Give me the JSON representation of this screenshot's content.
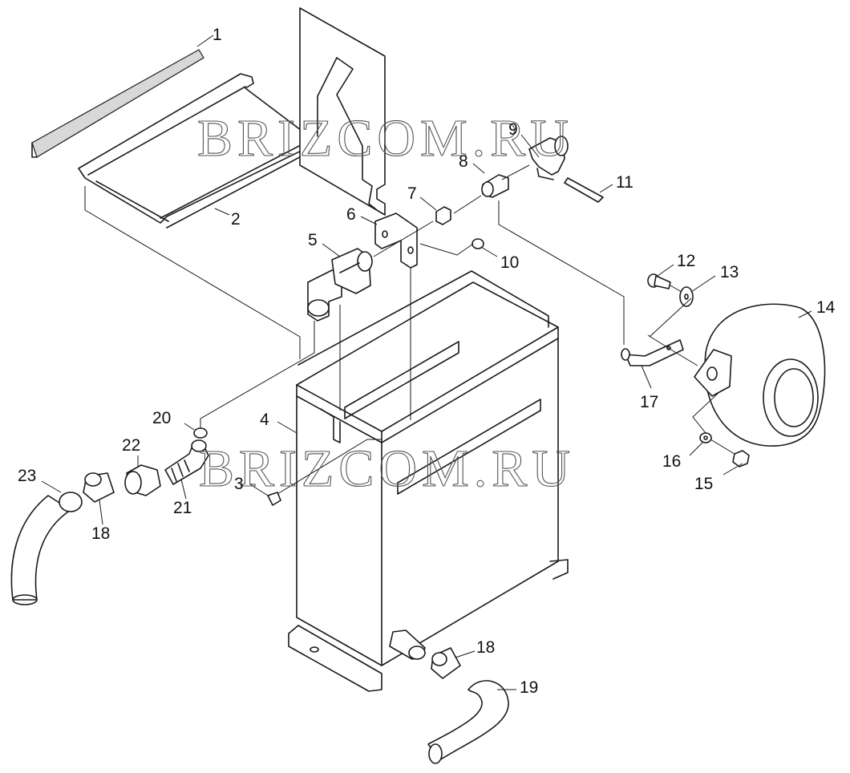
{
  "watermark": "BRIZCOM.RU",
  "callouts": [
    "1",
    "2",
    "3",
    "4",
    "5",
    "6",
    "7",
    "8",
    "9",
    "10",
    "11",
    "12",
    "13",
    "14",
    "15",
    "16",
    "17",
    "18",
    "18",
    "19",
    "20",
    "21",
    "22",
    "23"
  ]
}
